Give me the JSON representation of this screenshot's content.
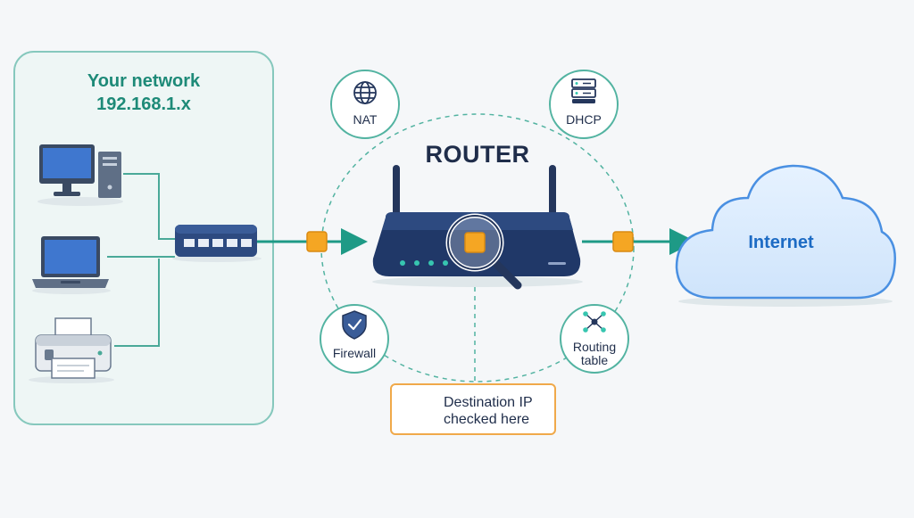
{
  "local_network": {
    "title": "Your network",
    "subnet": "192.168.1.x",
    "devices": [
      {
        "name": "desktop-computer-icon"
      },
      {
        "name": "laptop-icon"
      },
      {
        "name": "printer-icon"
      }
    ],
    "switch_icon": "network-switch-icon"
  },
  "router": {
    "title": "ROUTER",
    "services": [
      {
        "label": "NAT",
        "icon": "globe-icon"
      },
      {
        "label": "DHCP",
        "icon": "server-icon"
      },
      {
        "label": "Firewall",
        "icon": "shield-check-icon"
      },
      {
        "label": "Routing\ntable",
        "label_line1": "Routing",
        "label_line2": "table",
        "icon": "network-nodes-icon"
      }
    ]
  },
  "internet": {
    "label": "Internet"
  },
  "callout": {
    "text": "Destination IP checked here",
    "icon": "magnifier-icon"
  },
  "colors": {
    "teal": "#1e8a78",
    "navy": "#1f3a6e",
    "packet_orange": "#f5a623",
    "cloud_blue": "#4a90e2",
    "callout_border": "#f0a94a"
  }
}
